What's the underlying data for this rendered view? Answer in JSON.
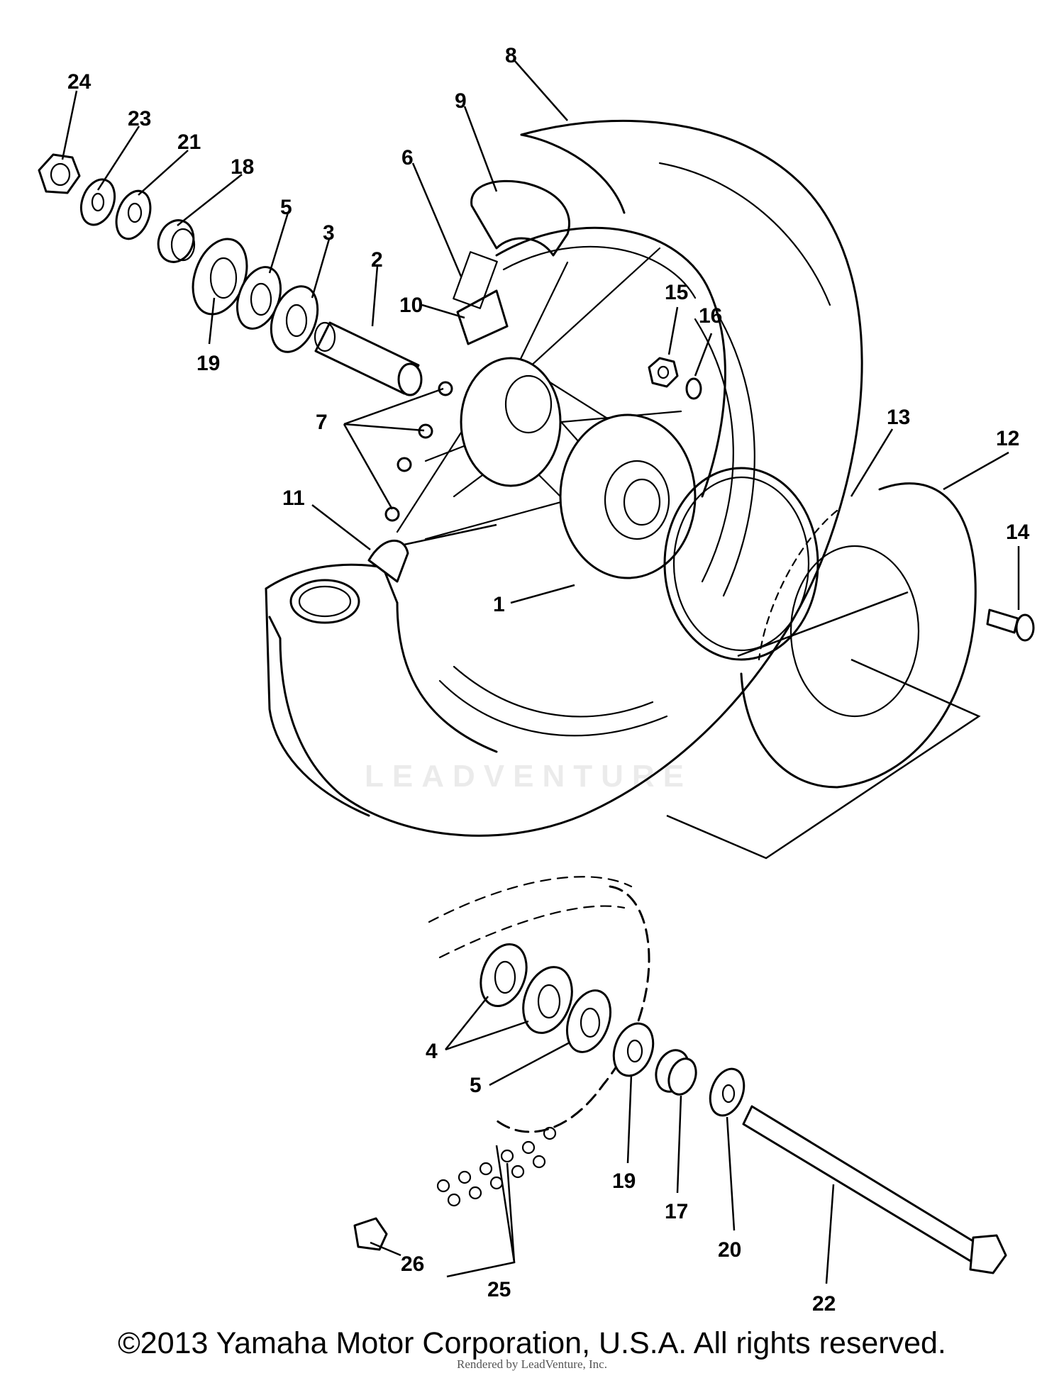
{
  "parts": {
    "p1": "1",
    "p2": "2",
    "p3": "3",
    "p4": "4",
    "p5a": "5",
    "p5b": "5",
    "p6": "6",
    "p7": "7",
    "p8": "8",
    "p9": "9",
    "p10": "10",
    "p11": "11",
    "p12": "12",
    "p13": "13",
    "p14": "14",
    "p15": "15",
    "p16": "16",
    "p17": "17",
    "p18": "18",
    "p19a": "19",
    "p19b": "19",
    "p20": "20",
    "p21": "21",
    "p22": "22",
    "p23": "23",
    "p24": "24",
    "p25": "25",
    "p26": "26"
  },
  "watermark": "LEADVENTURE",
  "footer": {
    "copyright": "©2013 Yamaha Motor Corporation, U.S.A. All rights reserved.",
    "rendered_by": "Rendered by LeadVenture, Inc."
  }
}
